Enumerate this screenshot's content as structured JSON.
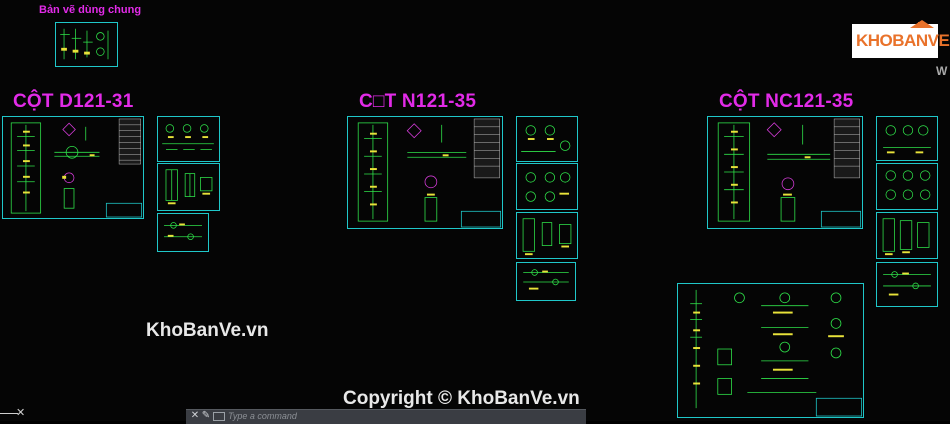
{
  "drawing": {
    "common_label": "Bản vẽ dùng chung",
    "titles": {
      "d121": "CỘT D121-31",
      "n121": "C□T N121-35",
      "nc121": "CỘT NC121-35"
    }
  },
  "watermarks": {
    "left": "KhoBanVe.vn",
    "bottom": "Copyright © KhoBanVe.vn"
  },
  "logo": {
    "text": "KHOBANVE"
  },
  "command_line": {
    "placeholder": "Type a command"
  },
  "colors": {
    "background": "#000000",
    "title": "#e22be8",
    "sheet_border": "#1fc7c9",
    "linework": "#2fe24a",
    "accent_yellow": "#e8e23a",
    "accent_magenta": "#d23bd6"
  },
  "icons": {
    "close": "close-icon",
    "wrench": "wrench-icon",
    "command": "command-prompt-icon"
  }
}
